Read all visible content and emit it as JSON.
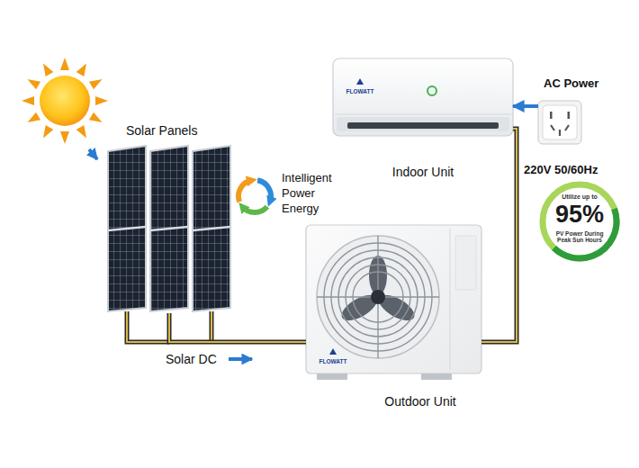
{
  "diagram": {
    "nodes": [
      {
        "text": [
          "Solar Panels"
        ]
      },
      {
        "text": [
          "FLOWATT",
          "Indoor Unit"
        ]
      },
      {
        "text": [
          "AC Power",
          "220V 50/60Hz"
        ]
      },
      {
        "text": [
          "Utilize up to",
          "95%",
          "PV Power During Peak Sun Hours"
        ]
      },
      {
        "text": [
          "FLOWATT",
          "Outdoor Unit"
        ]
      }
    ],
    "edges": [
      {
        "from": 0,
        "to": 4,
        "label": "Solar DC",
        "arrow": "none"
      },
      {
        "from": 4,
        "to": 1,
        "arrow": "none"
      },
      {
        "from": 2,
        "to": 1,
        "arrow": "to"
      }
    ],
    "labels": [
      "Intelligent Power Energy"
    ]
  }
}
